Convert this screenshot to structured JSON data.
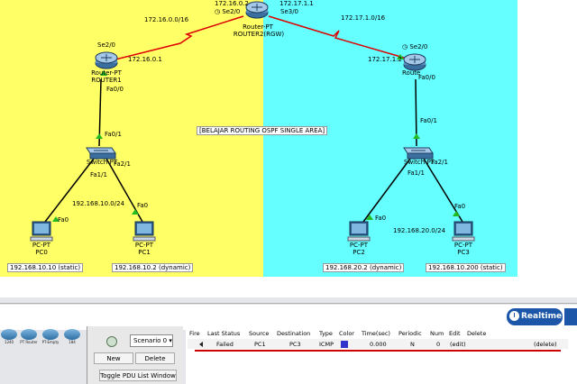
{
  "canvas": {
    "areas": {
      "yellow_color": "#ffff66",
      "cyan_color": "#66ffff"
    },
    "note": "[BELAJAR ROUTING OSPF SINGLE AREA]",
    "networks": {
      "net_left": "172.16.0.0/16",
      "net_right": "172.17.1.0/16",
      "lan_left": "192.168.10.0/24",
      "lan_right": "192.168.20.0/24"
    },
    "router2": {
      "type": "Router-PT",
      "name": "ROUTER2(RGW)",
      "ip_left": "172.16.0.2",
      "ip_right": "172.17.1.1",
      "port_left": "Se2/0",
      "port_right": "Se3/0"
    },
    "router1": {
      "type": "Router-PT",
      "name": "ROUTER1",
      "port_serial": "Se2/0",
      "ip": "172.16.0.1",
      "port_fa": "Fa0/0"
    },
    "router3": {
      "type": "Router-PT",
      "port_serial": "Se2/0",
      "ip": "172.17.1.2",
      "port_fa": "Fa0/0"
    },
    "switch_left": {
      "name": "Switch-PT",
      "port_up": "Fa0/1",
      "port_a": "Fa1/1",
      "port_b": "Fa2/1"
    },
    "switch_right": {
      "name": "Switch-PT",
      "port_up": "Fa0/1",
      "port_a": "Fa1/1",
      "port_b": "Fa2/1"
    },
    "pcs": [
      {
        "type": "PC-PT",
        "name": "PC0",
        "port": "Fa0",
        "ip": "192.168.10.10 (static)"
      },
      {
        "type": "PC-PT",
        "name": "PC1",
        "port": "Fa0",
        "ip": "192.168.10.2 (dynamic)"
      },
      {
        "type": "PC-PT",
        "name": "PC2",
        "port": "Fa0",
        "ip": "192.168.20.2 (dynamic)"
      },
      {
        "type": "PC-PT",
        "name": "PC3",
        "port": "Fa0",
        "ip": "192.168.10.200 (static)"
      }
    ]
  },
  "bottom_panel": {
    "mode": "Realtime",
    "palette": [
      "1240",
      "PT Router",
      "PT-Empty",
      "184"
    ],
    "scenario": "Scenario 0",
    "buttons": {
      "new": "New",
      "delete": "Delete",
      "toggle": "Toggle PDU List Window"
    },
    "pdu_headers": [
      "Fire",
      "Last Status",
      "Source",
      "Destination",
      "Type",
      "Color",
      "Time(sec)",
      "Periodic",
      "Num",
      "Edit",
      "Delete"
    ],
    "pdu_row": {
      "last_status": "Failed",
      "source": "PC1",
      "destination": "PC3",
      "type": "ICMP",
      "color": "#3333cc",
      "time": "0.000",
      "periodic": "N",
      "num": "0",
      "edit": "(edit)",
      "delete": "(delete)"
    }
  }
}
